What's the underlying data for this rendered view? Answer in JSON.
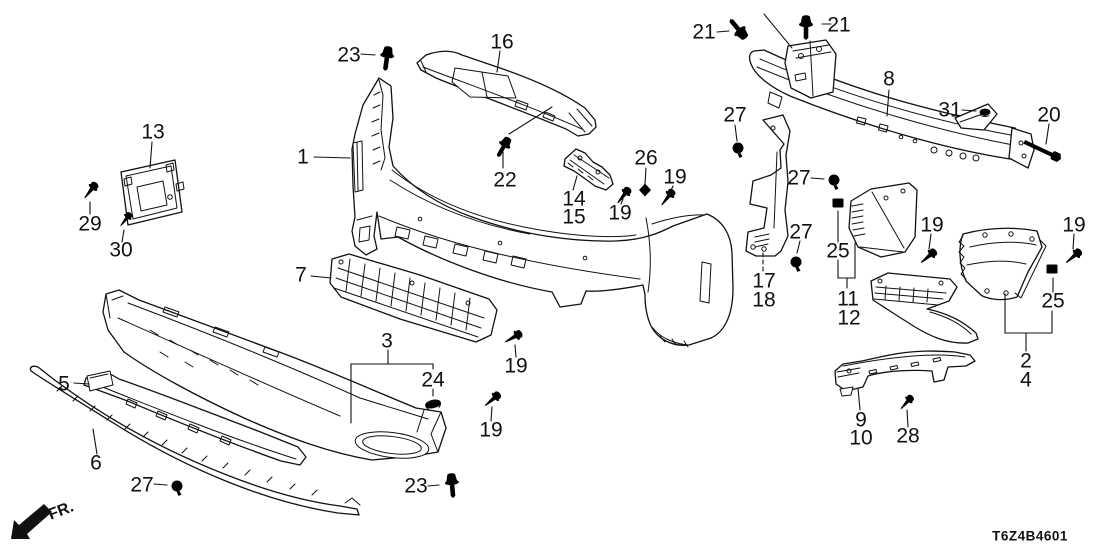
{
  "diagram": {
    "code": "T6Z4B4601",
    "direction_indicator": "FR.",
    "colors": {
      "background": "#ffffff",
      "line": "#111111"
    },
    "labels": [
      {
        "text": "23"
      },
      {
        "text": "16"
      },
      {
        "text": "1"
      },
      {
        "text": "22"
      },
      {
        "text": "13"
      },
      {
        "text": "29"
      },
      {
        "text": "30"
      },
      {
        "text": "14"
      },
      {
        "text": "15"
      },
      {
        "text": "26"
      },
      {
        "text": "19"
      },
      {
        "text": "19"
      },
      {
        "text": "27"
      },
      {
        "text": "27"
      },
      {
        "text": "27"
      },
      {
        "text": "25"
      },
      {
        "text": "17"
      },
      {
        "text": "18"
      },
      {
        "text": "11"
      },
      {
        "text": "12"
      },
      {
        "text": "21"
      },
      {
        "text": "21"
      },
      {
        "text": "8"
      },
      {
        "text": "31"
      },
      {
        "text": "20"
      },
      {
        "text": "19"
      },
      {
        "text": "19"
      },
      {
        "text": "25"
      },
      {
        "text": "2"
      },
      {
        "text": "4"
      },
      {
        "text": "7"
      },
      {
        "text": "3"
      },
      {
        "text": "24"
      },
      {
        "text": "19"
      },
      {
        "text": "19"
      },
      {
        "text": "23"
      },
      {
        "text": "5"
      },
      {
        "text": "6"
      },
      {
        "text": "27"
      },
      {
        "text": "9"
      },
      {
        "text": "10"
      },
      {
        "text": "28"
      }
    ]
  }
}
